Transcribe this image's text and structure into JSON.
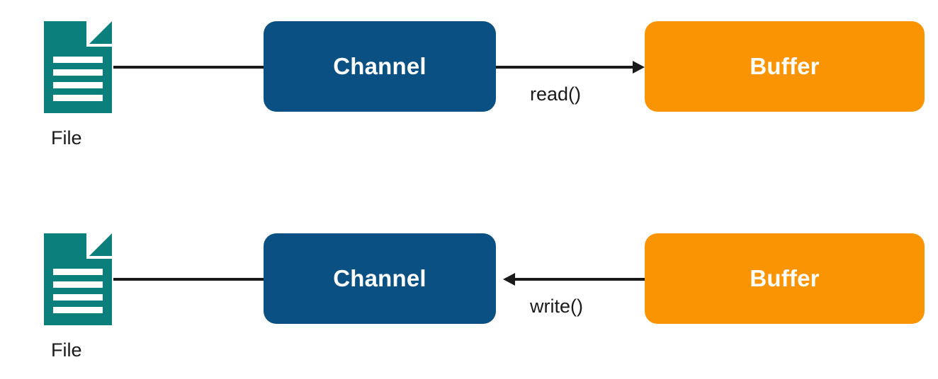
{
  "diagram": {
    "title": "File Channel Buffer read write diagram",
    "colors": {
      "file_teal": "#0a7f7b",
      "channel_blue": "#0b5082",
      "buffer_orange": "#fb9403",
      "line_black": "#1a1a1a",
      "background": "#ffffff",
      "node_text": "#ffffff"
    },
    "rows": [
      {
        "id": "read-flow",
        "file": {
          "label": "File",
          "icon": "file-document-icon"
        },
        "file_to_channel": {
          "label": "",
          "arrow": "none"
        },
        "channel": {
          "label": "Channel"
        },
        "channel_to_buffer": {
          "label": "read()",
          "arrow": "right"
        },
        "buffer": {
          "label": "Buffer"
        }
      },
      {
        "id": "write-flow",
        "file": {
          "label": "File",
          "icon": "file-document-icon"
        },
        "file_to_channel": {
          "label": "",
          "arrow": "none"
        },
        "channel": {
          "label": "Channel"
        },
        "channel_to_buffer": {
          "label": "write()",
          "arrow": "left"
        },
        "buffer": {
          "label": "Buffer"
        }
      }
    ]
  }
}
